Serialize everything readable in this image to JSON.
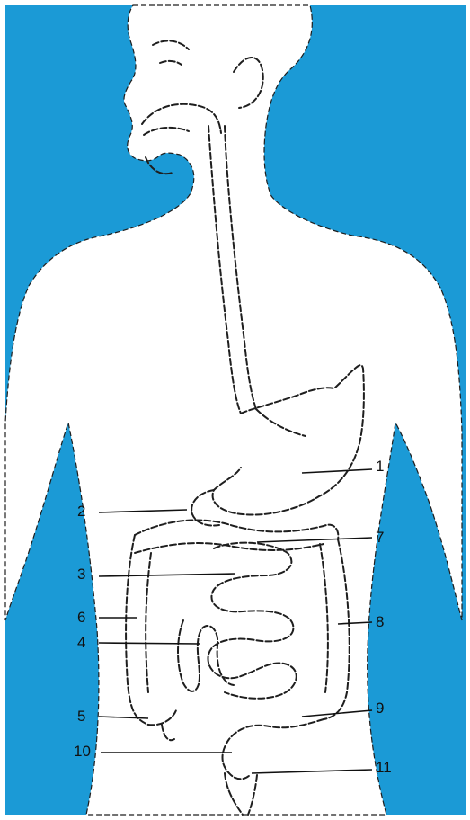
{
  "colors": {
    "background": "#1b9ad6",
    "body": "#ffffff",
    "outline": "#1e1e1e"
  },
  "callouts": [
    {
      "label": "1",
      "organ": "stomach"
    },
    {
      "label": "2",
      "organ": "duodenum"
    },
    {
      "label": "3",
      "organ": "jejunum"
    },
    {
      "label": "4",
      "organ": "ileum"
    },
    {
      "label": "5",
      "organ": "cecum"
    },
    {
      "label": "6",
      "organ": "ascending-colon"
    },
    {
      "label": "7",
      "organ": "transverse-colon"
    },
    {
      "label": "8",
      "organ": "descending-colon"
    },
    {
      "label": "9",
      "organ": "sigmoid-colon"
    },
    {
      "label": "10",
      "organ": "rectum"
    },
    {
      "label": "11",
      "organ": "anus"
    }
  ]
}
